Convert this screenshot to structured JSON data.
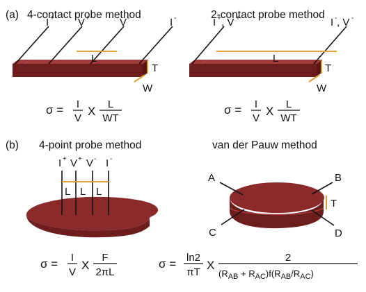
{
  "panel_a": {
    "tag": "(a)",
    "left": {
      "title": "4-contact probe method",
      "labels": {
        "i_plus": "I",
        "v_plus": "V",
        "v_minus": "V",
        "i_minus": "I",
        "length": "L",
        "thickness": "T",
        "width": "W"
      },
      "signs": {
        "plus": "+",
        "minus": "-"
      },
      "equation": {
        "sigma": "σ =",
        "num1": "I",
        "den1": "V",
        "times": "X",
        "num2": "L",
        "den2": "WT"
      }
    },
    "right": {
      "title": "2-contact probe method",
      "labels": {
        "left_pair": "I",
        "left_pair_b": ", V",
        "right_pair": "I",
        "right_pair_b": ", V",
        "length": "L",
        "thickness": "T",
        "width": "W"
      },
      "signs": {
        "plus": "+",
        "minus": "-"
      },
      "equation": {
        "sigma": "σ =",
        "num1": "I",
        "den1": "V",
        "times": "X",
        "num2": "L",
        "den2": "WT"
      }
    }
  },
  "panel_b": {
    "tag": "(b)",
    "left": {
      "title": "4-point probe method",
      "labels": {
        "i_plus": "I",
        "v_plus": "V",
        "v_minus": "V",
        "i_minus": "I",
        "spacing": "L"
      },
      "signs": {
        "plus": "+",
        "minus": "-"
      },
      "equation": {
        "sigma": "σ =",
        "num1": "I",
        "den1": "V",
        "times": "X",
        "num2": "F",
        "den2": "2πL"
      }
    },
    "right": {
      "title": "van der Pauw method",
      "labels": {
        "a": "A",
        "b": "B",
        "c": "C",
        "d": "D",
        "thickness": "T"
      },
      "equation": {
        "sigma": "σ =",
        "num1": "ln2",
        "den1": "πT",
        "times": "X",
        "num2": "2",
        "den_open": "(R",
        "ab": "AB",
        "plus": " + R",
        "ac": "AC",
        "f_open": ")f(R",
        "ab2": "AB",
        "slash": "/R",
        "ac2": "AC",
        "close": ")"
      }
    }
  },
  "colors": {
    "sample_top": "#8b2a2a",
    "sample_side": "#6e1d1d",
    "sample_edge": "#5a1515",
    "dimension": "#e0a030",
    "probe": "#111111"
  }
}
